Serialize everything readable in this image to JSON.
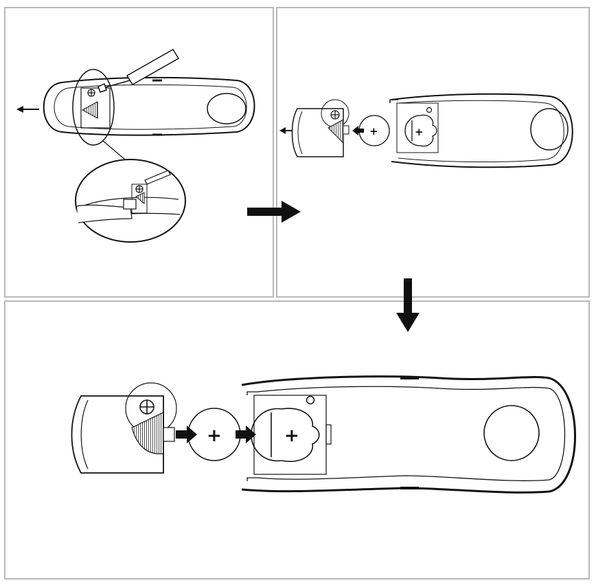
{
  "steps": [
    {
      "id": "step-1",
      "description_glyph": "screwdriver-icon"
    },
    {
      "id": "step-2",
      "description_glyph": "battery-icon"
    },
    {
      "id": "step-3",
      "description_glyph": "battery-icon"
    }
  ],
  "battery": {
    "polarity_symbol": "+"
  },
  "screw": {
    "symbol": "⊕"
  },
  "colors": {
    "line": "#111111",
    "frame": "#b8b8b8",
    "hatch": "#222222"
  }
}
